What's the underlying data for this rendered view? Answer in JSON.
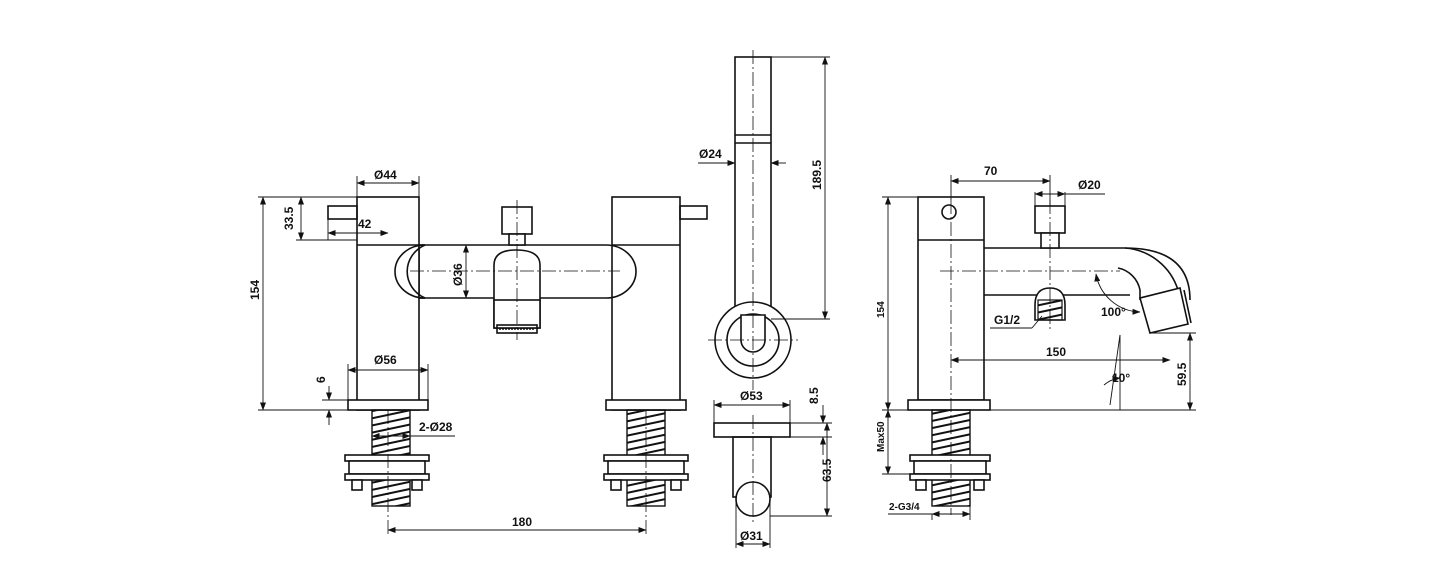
{
  "labels": {
    "d44": "Ø44",
    "d33_5": "33.5",
    "d42": "42",
    "d154_left": "154",
    "d36": "Ø36",
    "d56": "Ø56",
    "d6": "6",
    "d2_28": "2-Ø28",
    "d180": "180",
    "d24": "Ø24",
    "d189_5": "189.5",
    "d53": "Ø53",
    "d8_5": "8.5",
    "d63_5": "63.5",
    "d31": "Ø31",
    "d70": "70",
    "d20": "Ø20",
    "d154_right": "154",
    "g12": "G1/2",
    "a100": "100°",
    "d150": "150",
    "a10": "10°",
    "d59_5": "59.5",
    "max50": "Max50",
    "g34": "2-G3/4"
  },
  "colors": {
    "line": "#111111",
    "background": "#ffffff"
  }
}
